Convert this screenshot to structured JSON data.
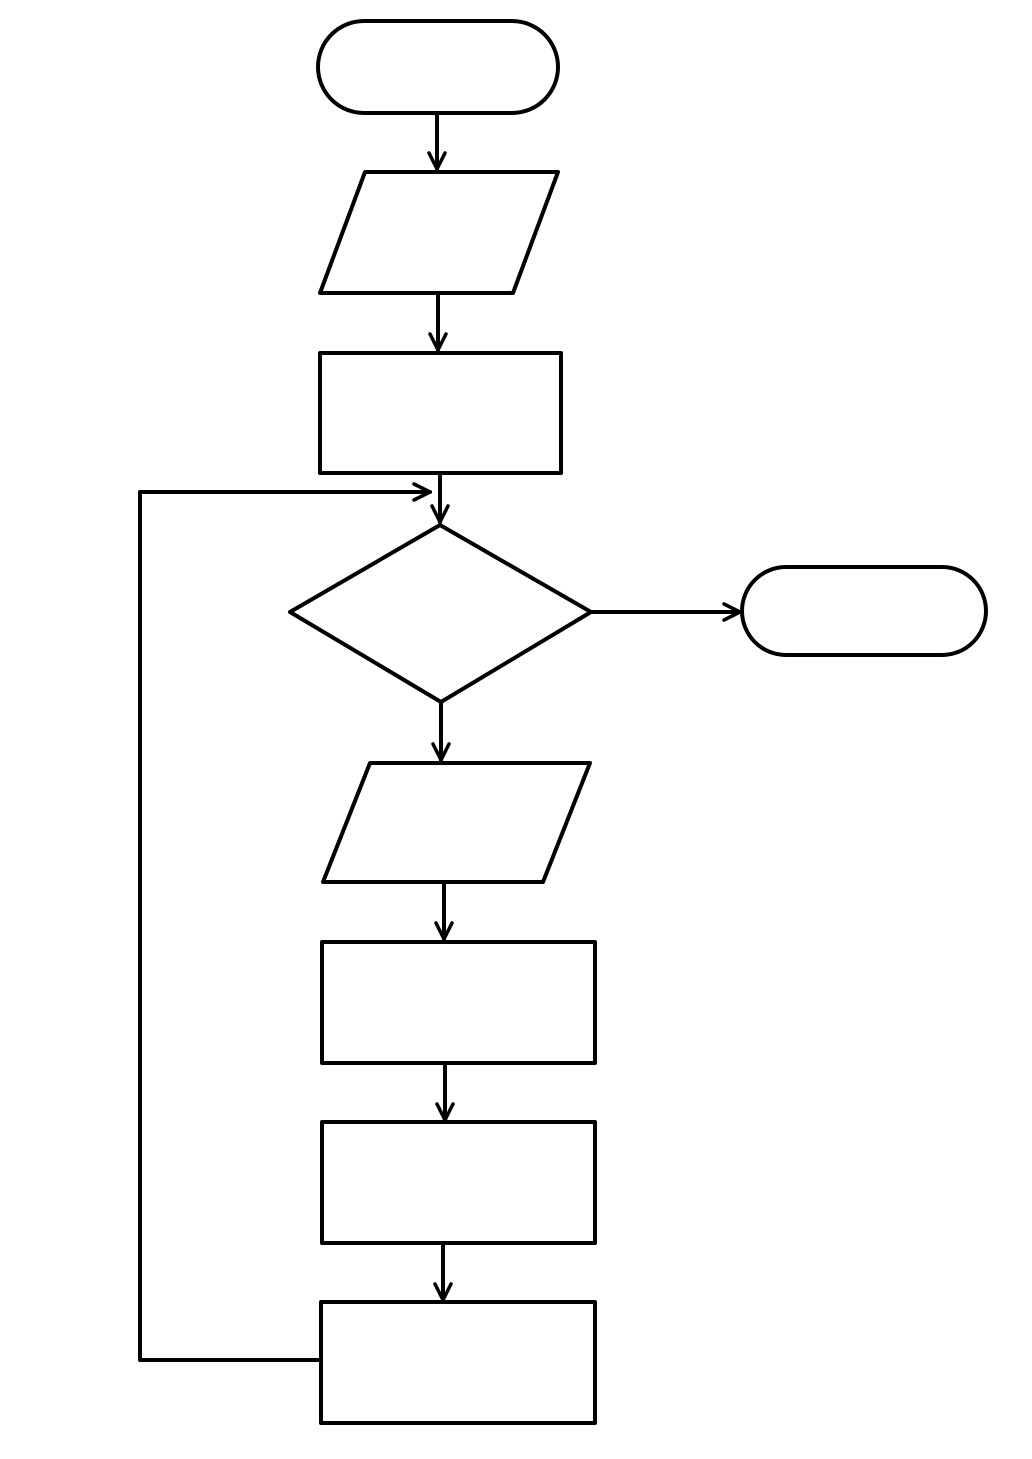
{
  "diagram": {
    "type": "flowchart",
    "stroke_color": "#000000",
    "background_color": "#ffffff",
    "nodes": [
      {
        "id": "start",
        "shape": "terminator",
        "label": ""
      },
      {
        "id": "input-1",
        "shape": "parallelogram",
        "label": ""
      },
      {
        "id": "process-1",
        "shape": "rectangle",
        "label": ""
      },
      {
        "id": "decision",
        "shape": "diamond",
        "label": ""
      },
      {
        "id": "end",
        "shape": "terminator",
        "label": ""
      },
      {
        "id": "input-2",
        "shape": "parallelogram",
        "label": ""
      },
      {
        "id": "process-2",
        "shape": "rectangle",
        "label": ""
      },
      {
        "id": "process-3",
        "shape": "rectangle",
        "label": ""
      },
      {
        "id": "process-4",
        "shape": "rectangle",
        "label": ""
      }
    ],
    "edges": [
      {
        "from": "start",
        "to": "input-1"
      },
      {
        "from": "input-1",
        "to": "process-1"
      },
      {
        "from": "process-1",
        "to": "decision"
      },
      {
        "from": "decision",
        "to": "end"
      },
      {
        "from": "decision",
        "to": "input-2"
      },
      {
        "from": "input-2",
        "to": "process-2"
      },
      {
        "from": "process-2",
        "to": "process-3"
      },
      {
        "from": "process-3",
        "to": "process-4"
      },
      {
        "from": "process-4",
        "to": "decision"
      }
    ]
  }
}
